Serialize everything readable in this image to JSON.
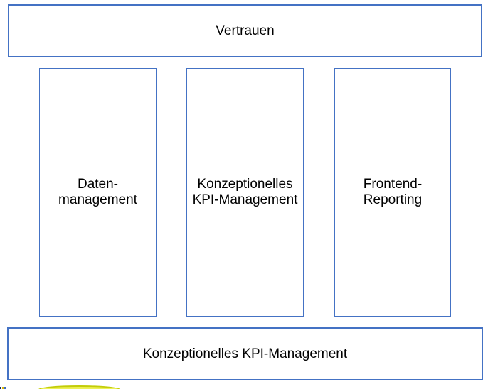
{
  "diagram": {
    "top_banner": {
      "label": "Vertrauen"
    },
    "pillars": [
      {
        "line1": "Daten-",
        "line2": "management"
      },
      {
        "line1": "Konzeptionelles",
        "line2": "KPI-Management"
      },
      {
        "line1": "Frontend-",
        "line2": "Reporting"
      }
    ],
    "bottom_banner": {
      "label": "Konzeptionelles KPI-Management"
    },
    "colors": {
      "box_border": "#4472C4",
      "label_text": "#000000",
      "highlight_fill": "#EDF155",
      "highlight_border": "#C3CC08"
    }
  }
}
